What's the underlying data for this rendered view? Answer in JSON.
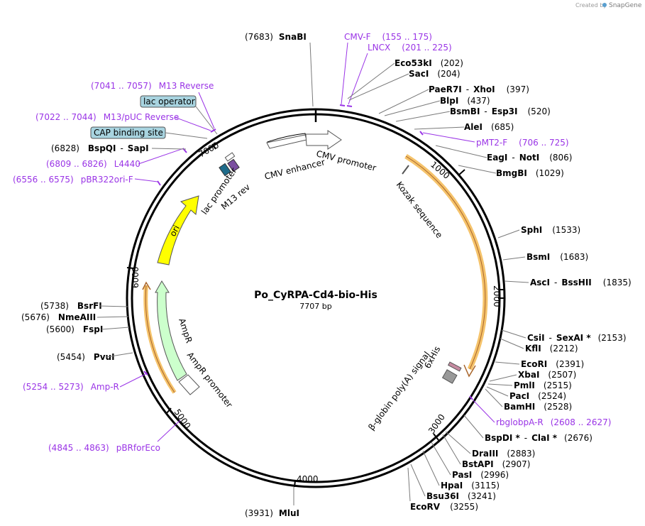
{
  "credit": {
    "created_by": "Created by",
    "brand": "SnapGene"
  },
  "title": "Po_CyRPA-Cd4-bio-His",
  "size": "7707 bp",
  "ticks": [
    "1000",
    "2000",
    "3000",
    "4000",
    "5000",
    "6000",
    "7000"
  ],
  "features": {
    "cmv_enhancer": "CMV enhancer",
    "cmv_promoter": "CMV promoter",
    "kozak": "Kozak sequence",
    "his": "6xHis",
    "polya": "β-globin poly(A) signal",
    "ampr_promoter": "AmpR promoter",
    "ampr": "AmpR",
    "ori": "ori",
    "lac_promoter": "lac promoter",
    "m13rev": "M13 rev",
    "lac_operator": "lac operator",
    "cap": "CAP binding site"
  },
  "enzymes": {
    "snabi": {
      "name": "SnaBI",
      "pos": "(7683)"
    },
    "eco53ki": {
      "name": "Eco53kI",
      "pos": "(202)"
    },
    "saci": {
      "name": "SacI",
      "pos": "(204)"
    },
    "paer7i": {
      "name": "PaeR7I",
      "sep": "-",
      "name2": "XhoI",
      "pos": "(397)"
    },
    "blpi": {
      "name": "BlpI",
      "pos": "(437)"
    },
    "bsmbi": {
      "name": "BsmBI",
      "sep": "-",
      "name2": "Esp3I",
      "pos": "(520)"
    },
    "alei": {
      "name": "AleI",
      "pos": "(685)"
    },
    "eagi": {
      "name": "EagI",
      "sep": "-",
      "name2": "NotI",
      "pos": "(806)"
    },
    "bmgbi": {
      "name": "BmgBI",
      "pos": "(1029)"
    },
    "sphi": {
      "name": "SphI",
      "pos": "(1533)"
    },
    "bsmi": {
      "name": "BsmI",
      "pos": "(1683)"
    },
    "asci": {
      "name": "AscI",
      "sep": "-",
      "name2": "BssHII",
      "pos": "(1835)"
    },
    "csii": {
      "name": "CsiI",
      "sep": "-",
      "name2": "SexAI *",
      "pos": "(2153)"
    },
    "kfli": {
      "name": "KflI",
      "pos": "(2212)"
    },
    "ecori": {
      "name": "EcoRI",
      "pos": "(2391)"
    },
    "xbai": {
      "name": "XbaI",
      "pos": "(2507)"
    },
    "pmli": {
      "name": "PmlI",
      "pos": "(2515)"
    },
    "paci": {
      "name": "PacI",
      "pos": "(2524)"
    },
    "bamhi": {
      "name": "BamHI",
      "pos": "(2528)"
    },
    "bspdi": {
      "name": "BspDI *",
      "sep": "-",
      "name2": "ClaI *",
      "pos": "(2676)"
    },
    "draiii": {
      "name": "DraIII",
      "pos": "(2883)"
    },
    "bstapi": {
      "name": "BstAPI",
      "pos": "(2907)"
    },
    "pasi": {
      "name": "PasI",
      "pos": "(2996)"
    },
    "hpai": {
      "name": "HpaI",
      "pos": "(3115)"
    },
    "bsu36i": {
      "name": "Bsu36I",
      "pos": "(3241)"
    },
    "ecorv": {
      "name": "EcoRV",
      "pos": "(3255)"
    },
    "mlui": {
      "name": "MluI",
      "pos": "(3931)"
    },
    "pvui": {
      "name": "PvuI",
      "pos": "(5454)"
    },
    "fspi": {
      "name": "FspI",
      "pos": "(5600)"
    },
    "nmeaiii": {
      "name": "NmeAIII",
      "pos": "(5676)"
    },
    "bsrfi": {
      "name": "BsrFI",
      "pos": "(5738)"
    },
    "bspqi": {
      "name": "BspQI",
      "sep": "-",
      "name2": "SapI",
      "pos": "(6828)"
    }
  },
  "primers": {
    "cmvf": {
      "name": "CMV-F",
      "range": "(155 .. 175)"
    },
    "lncx": {
      "name": "LNCX",
      "range": "(201 .. 225)"
    },
    "pmt2f": {
      "name": "pMT2-F",
      "range": "(706 .. 725)"
    },
    "rbglobpa": {
      "name": "rbglobpA-R",
      "range": "(2608 .. 2627)"
    },
    "pbrforeco": {
      "name": "pBRforEco",
      "range": "(4845 .. 4863)"
    },
    "ampr_primer": {
      "name": "Amp-R",
      "range": "(5254 .. 5273)"
    },
    "pbr322ori": {
      "name": "pBR322ori-F",
      "range": "(6556 .. 6575)"
    },
    "l4440": {
      "name": "L4440",
      "range": "(6809 .. 6826)"
    },
    "m13puc": {
      "name": "M13/pUC Reverse",
      "range": "(7022 .. 7044)"
    },
    "m13rev_primer": {
      "name": "M13 Reverse",
      "range": "(7041 .. 7057)"
    }
  },
  "colors": {
    "backbone": "#000000",
    "primer": "#9A34E6",
    "orf": "#F5C36B",
    "ori": "#FFFF00",
    "ampr": "#CCFFCC",
    "feature_box": "#A8D4E0"
  }
}
